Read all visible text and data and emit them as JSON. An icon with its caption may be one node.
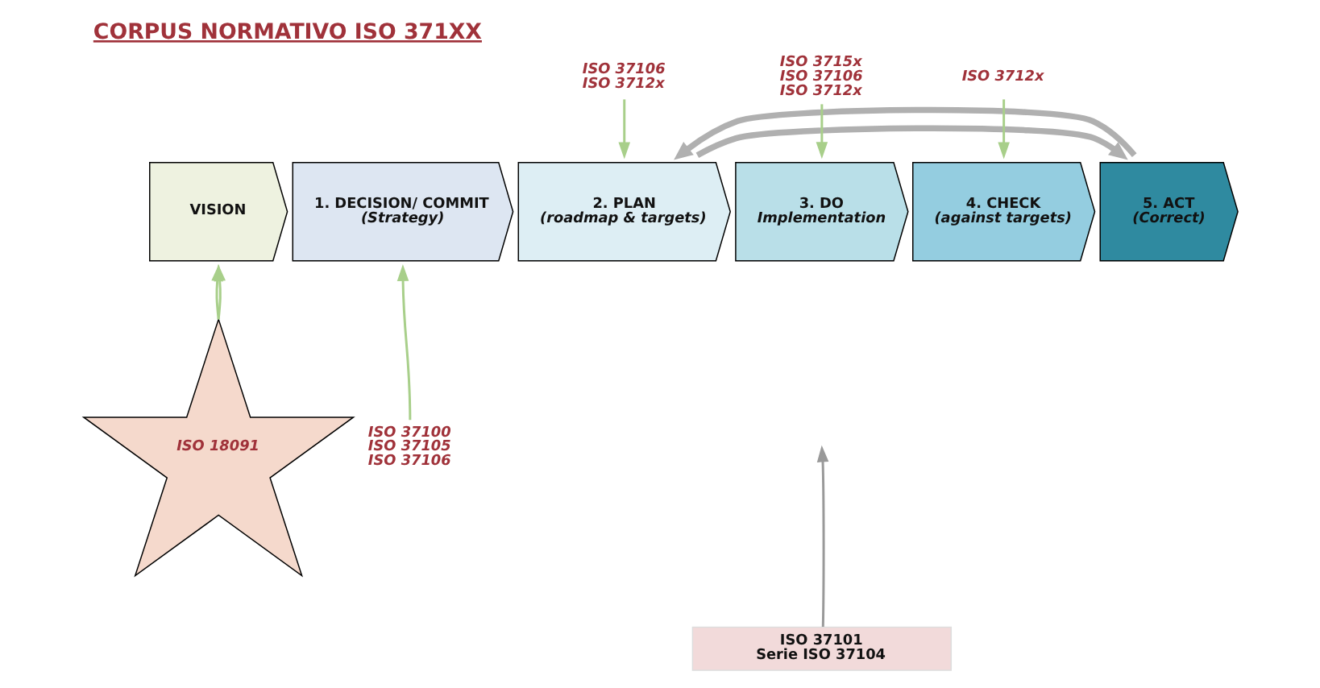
{
  "diagram": {
    "title": "CORPUS NORMATIVO ISO 371XX",
    "nodes": [
      {
        "text": [
          "VISION"
        ]
      },
      {
        "text": [
          "1. DECISION/ COMMIT",
          "(Strategy)"
        ]
      },
      {
        "text": [
          "2. PLAN",
          "(roadmap & targets)"
        ]
      },
      {
        "text": [
          "3. DO",
          "Implementation"
        ]
      },
      {
        "text": [
          "4. CHECK",
          "(against targets)"
        ]
      },
      {
        "text": [
          "5. ACT",
          "(Correct)"
        ]
      },
      {
        "text": [
          "ISO 18091"
        ]
      },
      {
        "text": [
          "ISO 37101",
          "Serie ISO 37104"
        ]
      },
      {
        "text": [
          "ISO 37106",
          "ISO 3712x"
        ]
      },
      {
        "text": [
          "ISO 3715x",
          "ISO 37106",
          "ISO 3712x"
        ]
      },
      {
        "text": [
          "ISO 3712x"
        ]
      },
      {
        "text": [
          "ISO 37100",
          "ISO 37105",
          "ISO 37106"
        ]
      }
    ],
    "edges": [
      {
        "from": 8,
        "to": 2,
        "arrow": "to"
      },
      {
        "from": 9,
        "to": 3,
        "arrow": "to"
      },
      {
        "from": 10,
        "to": 4,
        "arrow": "to"
      },
      {
        "from": 2,
        "to": 5,
        "arrow": "to",
        "style": "thick",
        "color": "#b0b0b0"
      },
      {
        "from": 11,
        "to": 1,
        "arrow": "to"
      },
      {
        "from": 6,
        "to": 0,
        "arrow": "to"
      },
      {
        "from": 6,
        "to": 0,
        "arrow": "to"
      },
      {
        "from": 5,
        "to": 2,
        "arrow": "to",
        "style": "thick",
        "color": "#b0b0b0"
      },
      {
        "from": 7,
        "to": null,
        "arrow": "to",
        "color": "#999999"
      }
    ]
  }
}
